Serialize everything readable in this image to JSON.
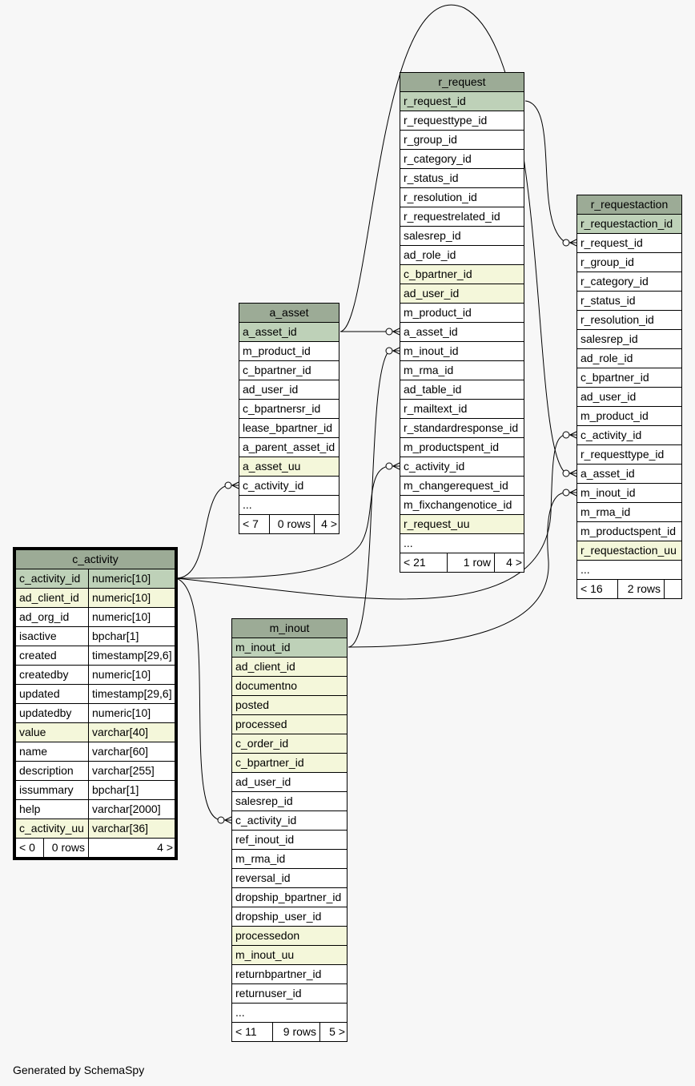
{
  "footer": {
    "credit": "Generated by SchemaSpy"
  },
  "colors": {
    "header": "#9cab96",
    "primary_key": "#bed1b8",
    "indexed": "#f4f7da",
    "column": "#ffffff",
    "background": "#f7f7f7"
  },
  "tables": [
    {
      "name": "r_request",
      "columns": [
        {
          "name": "r_request_id",
          "kind": "pk"
        },
        {
          "name": "r_requesttype_id",
          "kind": "col"
        },
        {
          "name": "r_group_id",
          "kind": "col"
        },
        {
          "name": "r_category_id",
          "kind": "col"
        },
        {
          "name": "r_status_id",
          "kind": "col"
        },
        {
          "name": "r_resolution_id",
          "kind": "col"
        },
        {
          "name": "r_requestrelated_id",
          "kind": "col"
        },
        {
          "name": "salesrep_id",
          "kind": "col"
        },
        {
          "name": "ad_role_id",
          "kind": "col"
        },
        {
          "name": "c_bpartner_id",
          "kind": "idx"
        },
        {
          "name": "ad_user_id",
          "kind": "idx"
        },
        {
          "name": "m_product_id",
          "kind": "col"
        },
        {
          "name": "a_asset_id",
          "kind": "col"
        },
        {
          "name": "m_inout_id",
          "kind": "col"
        },
        {
          "name": "m_rma_id",
          "kind": "col"
        },
        {
          "name": "ad_table_id",
          "kind": "col"
        },
        {
          "name": "r_mailtext_id",
          "kind": "col"
        },
        {
          "name": "r_standardresponse_id",
          "kind": "col"
        },
        {
          "name": "m_productspent_id",
          "kind": "col"
        },
        {
          "name": "c_activity_id",
          "kind": "col"
        },
        {
          "name": "m_changerequest_id",
          "kind": "col"
        },
        {
          "name": "m_fixchangenotice_id",
          "kind": "col"
        },
        {
          "name": "r_request_uu",
          "kind": "idx"
        },
        {
          "name": "...",
          "kind": "col"
        }
      ],
      "footer": [
        "< 21",
        "1 row",
        "4 >"
      ]
    },
    {
      "name": "r_requestaction",
      "columns": [
        {
          "name": "r_requestaction_id",
          "kind": "pk"
        },
        {
          "name": "r_request_id",
          "kind": "col"
        },
        {
          "name": "r_group_id",
          "kind": "col"
        },
        {
          "name": "r_category_id",
          "kind": "col"
        },
        {
          "name": "r_status_id",
          "kind": "col"
        },
        {
          "name": "r_resolution_id",
          "kind": "col"
        },
        {
          "name": "salesrep_id",
          "kind": "col"
        },
        {
          "name": "ad_role_id",
          "kind": "col"
        },
        {
          "name": "c_bpartner_id",
          "kind": "col"
        },
        {
          "name": "ad_user_id",
          "kind": "col"
        },
        {
          "name": "m_product_id",
          "kind": "col"
        },
        {
          "name": "c_activity_id",
          "kind": "col"
        },
        {
          "name": "r_requesttype_id",
          "kind": "col"
        },
        {
          "name": "a_asset_id",
          "kind": "col"
        },
        {
          "name": "m_inout_id",
          "kind": "col"
        },
        {
          "name": "m_rma_id",
          "kind": "col"
        },
        {
          "name": "m_productspent_id",
          "kind": "col"
        },
        {
          "name": "r_requestaction_uu",
          "kind": "idx"
        },
        {
          "name": "...",
          "kind": "col"
        }
      ],
      "footer": [
        "< 16",
        "2 rows",
        ""
      ]
    },
    {
      "name": "a_asset",
      "columns": [
        {
          "name": "a_asset_id",
          "kind": "pk"
        },
        {
          "name": "m_product_id",
          "kind": "col"
        },
        {
          "name": "c_bpartner_id",
          "kind": "col"
        },
        {
          "name": "ad_user_id",
          "kind": "col"
        },
        {
          "name": "c_bpartnersr_id",
          "kind": "col"
        },
        {
          "name": "lease_bpartner_id",
          "kind": "col"
        },
        {
          "name": "a_parent_asset_id",
          "kind": "col"
        },
        {
          "name": "a_asset_uu",
          "kind": "idx"
        },
        {
          "name": "c_activity_id",
          "kind": "col"
        },
        {
          "name": "...",
          "kind": "col"
        }
      ],
      "footer": [
        "< 7",
        "0 rows",
        "4 >"
      ]
    },
    {
      "name": "c_activity",
      "columns": [
        {
          "name": "c_activity_id",
          "type": "numeric[10]",
          "kind": "pk"
        },
        {
          "name": "ad_client_id",
          "type": "numeric[10]",
          "kind": "idx"
        },
        {
          "name": "ad_org_id",
          "type": "numeric[10]",
          "kind": "col"
        },
        {
          "name": "isactive",
          "type": "bpchar[1]",
          "kind": "col"
        },
        {
          "name": "created",
          "type": "timestamp[29,6]",
          "kind": "col"
        },
        {
          "name": "createdby",
          "type": "numeric[10]",
          "kind": "col"
        },
        {
          "name": "updated",
          "type": "timestamp[29,6]",
          "kind": "col"
        },
        {
          "name": "updatedby",
          "type": "numeric[10]",
          "kind": "col"
        },
        {
          "name": "value",
          "type": "varchar[40]",
          "kind": "idx"
        },
        {
          "name": "name",
          "type": "varchar[60]",
          "kind": "col"
        },
        {
          "name": "description",
          "type": "varchar[255]",
          "kind": "col"
        },
        {
          "name": "issummary",
          "type": "bpchar[1]",
          "kind": "col"
        },
        {
          "name": "help",
          "type": "varchar[2000]",
          "kind": "col"
        },
        {
          "name": "c_activity_uu",
          "type": "varchar[36]",
          "kind": "idx"
        }
      ],
      "footer": [
        "< 0",
        "0 rows",
        "4 >"
      ]
    },
    {
      "name": "m_inout",
      "columns": [
        {
          "name": "m_inout_id",
          "kind": "pk"
        },
        {
          "name": "ad_client_id",
          "kind": "idx"
        },
        {
          "name": "documentno",
          "kind": "idx"
        },
        {
          "name": "posted",
          "kind": "idx"
        },
        {
          "name": "processed",
          "kind": "idx"
        },
        {
          "name": "c_order_id",
          "kind": "idx"
        },
        {
          "name": "c_bpartner_id",
          "kind": "idx"
        },
        {
          "name": "ad_user_id",
          "kind": "col"
        },
        {
          "name": "salesrep_id",
          "kind": "col"
        },
        {
          "name": "c_activity_id",
          "kind": "col"
        },
        {
          "name": "ref_inout_id",
          "kind": "col"
        },
        {
          "name": "m_rma_id",
          "kind": "col"
        },
        {
          "name": "reversal_id",
          "kind": "col"
        },
        {
          "name": "dropship_bpartner_id",
          "kind": "col"
        },
        {
          "name": "dropship_user_id",
          "kind": "col"
        },
        {
          "name": "processedon",
          "kind": "idx"
        },
        {
          "name": "m_inout_uu",
          "kind": "idx"
        },
        {
          "name": "returnbpartner_id",
          "kind": "col"
        },
        {
          "name": "returnuser_id",
          "kind": "col"
        },
        {
          "name": "...",
          "kind": "col"
        }
      ],
      "footer": [
        "< 11",
        "9 rows",
        "5 >"
      ]
    }
  ],
  "relationships": [
    {
      "from": "r_request.r_request_id",
      "to": "r_requestaction.r_request_id"
    },
    {
      "from": "a_asset.a_asset_id",
      "to": "r_request.a_asset_id"
    },
    {
      "from": "a_asset.a_asset_id",
      "to": "r_requestaction.a_asset_id"
    },
    {
      "from": "m_inout.m_inout_id",
      "to": "r_request.m_inout_id"
    },
    {
      "from": "m_inout.m_inout_id",
      "to": "r_requestaction.m_inout_id"
    },
    {
      "from": "c_activity.c_activity_id",
      "to": "a_asset.c_activity_id"
    },
    {
      "from": "c_activity.c_activity_id",
      "to": "r_request.c_activity_id"
    },
    {
      "from": "c_activity.c_activity_id",
      "to": "r_requestaction.c_activity_id"
    },
    {
      "from": "c_activity.c_activity_id",
      "to": "m_inout.c_activity_id"
    }
  ]
}
